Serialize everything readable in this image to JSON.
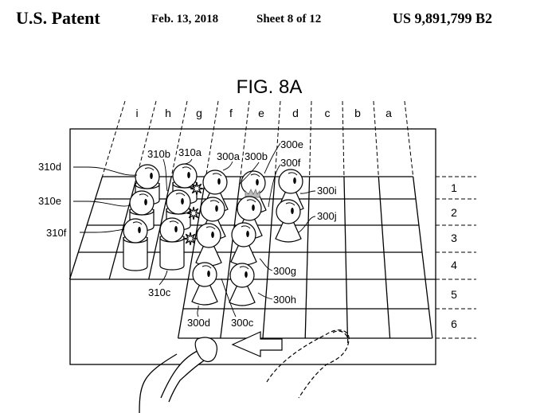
{
  "header": {
    "title": "U.S. Patent",
    "date": "Feb. 13, 2018",
    "sheet": "Sheet 8 of 12",
    "patent_number": "US 9,891,799 B2"
  },
  "figure": {
    "title": "FIG. 8A",
    "columns": [
      "i",
      "h",
      "g",
      "f",
      "e",
      "d",
      "c",
      "b",
      "a"
    ],
    "rows": [
      "1",
      "2",
      "3",
      "4",
      "5",
      "6"
    ],
    "labels": {
      "l310d": "310d",
      "l310e": "310e",
      "l310f": "310f",
      "l310b": "310b",
      "l310a": "310a",
      "l310c": "310c",
      "l300a": "300a",
      "l300b": "300b",
      "l300e": "300e",
      "l300f": "300f",
      "l300i": "300i",
      "l300j": "300j",
      "l300g": "300g",
      "l300h": "300h",
      "l300d": "300d",
      "l300c": "300c"
    }
  }
}
